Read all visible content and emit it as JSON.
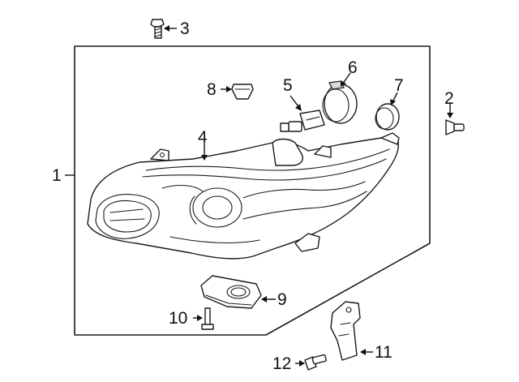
{
  "diagram": {
    "callouts": [
      {
        "id": "1",
        "text": "1"
      },
      {
        "id": "2",
        "text": "2"
      },
      {
        "id": "3",
        "text": "3"
      },
      {
        "id": "4",
        "text": "4"
      },
      {
        "id": "5",
        "text": "5"
      },
      {
        "id": "6",
        "text": "6"
      },
      {
        "id": "7",
        "text": "7"
      },
      {
        "id": "8",
        "text": "8"
      },
      {
        "id": "9",
        "text": "9"
      },
      {
        "id": "10",
        "text": "10"
      },
      {
        "id": "11",
        "text": "11"
      },
      {
        "id": "12",
        "text": "12"
      }
    ],
    "parts": [
      "headlamp-assembly-outline",
      "side-screw",
      "top-bolt",
      "headlamp-housing",
      "bulb",
      "bulb-cap-large",
      "bulb-cap-small",
      "grommet-nut",
      "ballast-module",
      "ballast-screw",
      "mounting-bracket",
      "bracket-bolt"
    ]
  }
}
